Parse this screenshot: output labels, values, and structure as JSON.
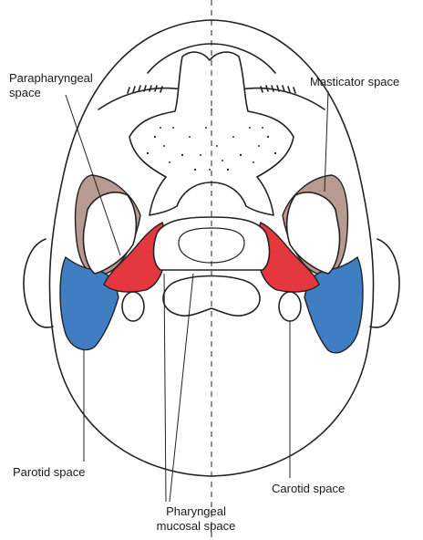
{
  "labels": {
    "parapharyngeal": "Parapharyngeal\nspace",
    "masticator": "Masticator space",
    "parotid": "Parotid space",
    "carotid": "Carotid space",
    "pharyngeal_mucosal": "Pharyngeal\nmucosal space"
  },
  "colors": {
    "masticator": "#b89a90",
    "parapharyngeal": "#e5383e",
    "parotid": "#3f7ec2",
    "outline": "#222222",
    "background": "#ffffff"
  }
}
